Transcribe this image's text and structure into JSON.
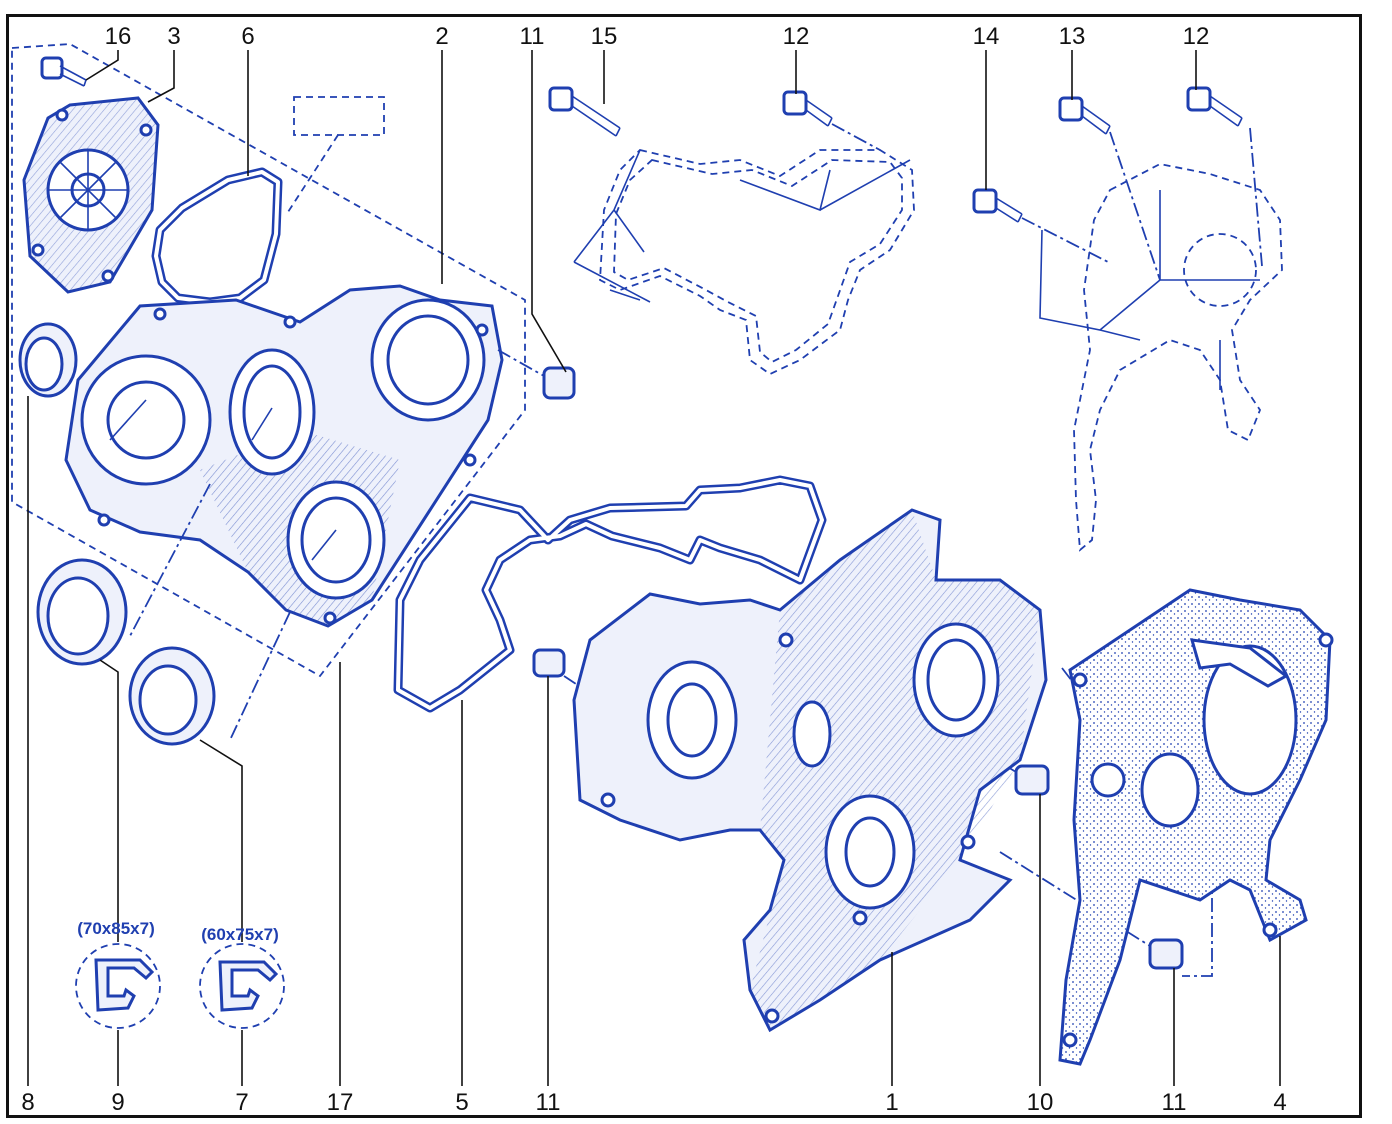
{
  "diagram": {
    "callouts": [
      {
        "id": "c16a",
        "text": "16"
      },
      {
        "id": "c3",
        "text": "3"
      },
      {
        "id": "c6",
        "text": "6"
      },
      {
        "id": "c2",
        "text": "2"
      },
      {
        "id": "c11a",
        "text": "11"
      },
      {
        "id": "c15",
        "text": "15"
      },
      {
        "id": "c12a",
        "text": "12"
      },
      {
        "id": "c14",
        "text": "14"
      },
      {
        "id": "c13",
        "text": "13"
      },
      {
        "id": "c12b",
        "text": "12"
      },
      {
        "id": "c8",
        "text": "8"
      },
      {
        "id": "c9",
        "text": "9"
      },
      {
        "id": "c7",
        "text": "7"
      },
      {
        "id": "c17",
        "text": "17"
      },
      {
        "id": "c5",
        "text": "5"
      },
      {
        "id": "c11b",
        "text": "11"
      },
      {
        "id": "c1",
        "text": "1"
      },
      {
        "id": "c10",
        "text": "10"
      },
      {
        "id": "c11c",
        "text": "11"
      },
      {
        "id": "c4",
        "text": "4"
      }
    ],
    "seal_sizes": [
      {
        "id": "s9",
        "text": "(70x85x7)"
      },
      {
        "id": "s7",
        "text": "(60x75x7)"
      }
    ],
    "colors": {
      "ink": "#1f3fb0",
      "frame": "#111111",
      "background": "#ffffff"
    }
  }
}
